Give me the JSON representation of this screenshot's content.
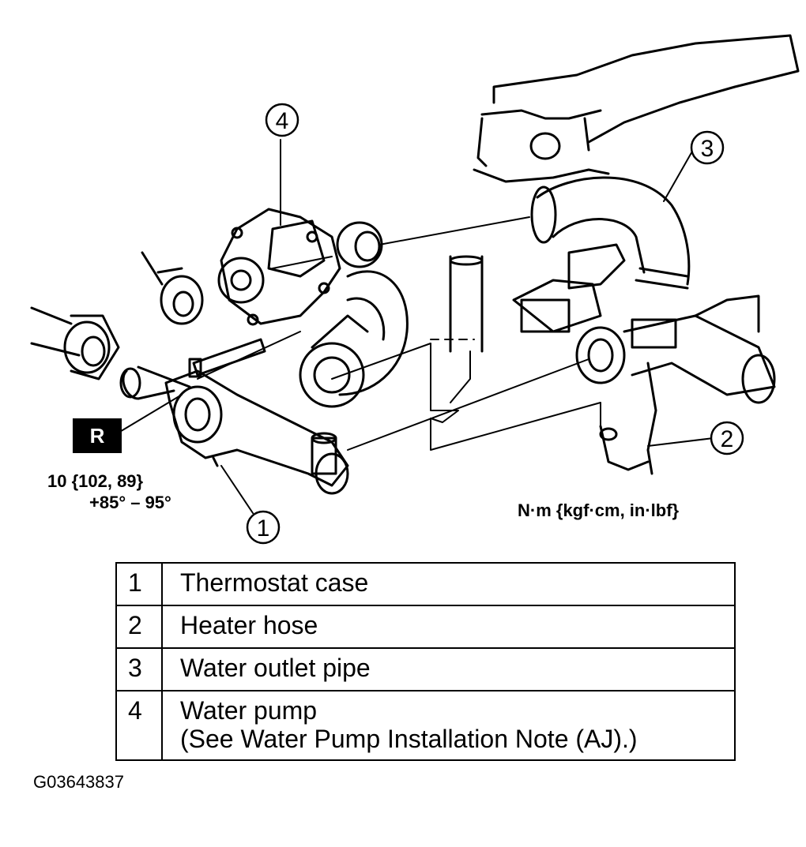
{
  "callouts": [
    "1",
    "2",
    "3",
    "4"
  ],
  "badge": "R",
  "torque": {
    "line1": "10 {102, 89}",
    "line2": "+85° – 95°"
  },
  "units": "N·m {kgf·cm, in·lbf}",
  "legend": [
    {
      "num": "1",
      "lines": [
        "Thermostat case"
      ]
    },
    {
      "num": "2",
      "lines": [
        "Heater hose"
      ]
    },
    {
      "num": "3",
      "lines": [
        "Water outlet pipe"
      ]
    },
    {
      "num": "4",
      "lines": [
        "Water pump",
        "(See Water Pump Installation Note (AJ).)"
      ]
    }
  ],
  "figure_id": "G03643837"
}
